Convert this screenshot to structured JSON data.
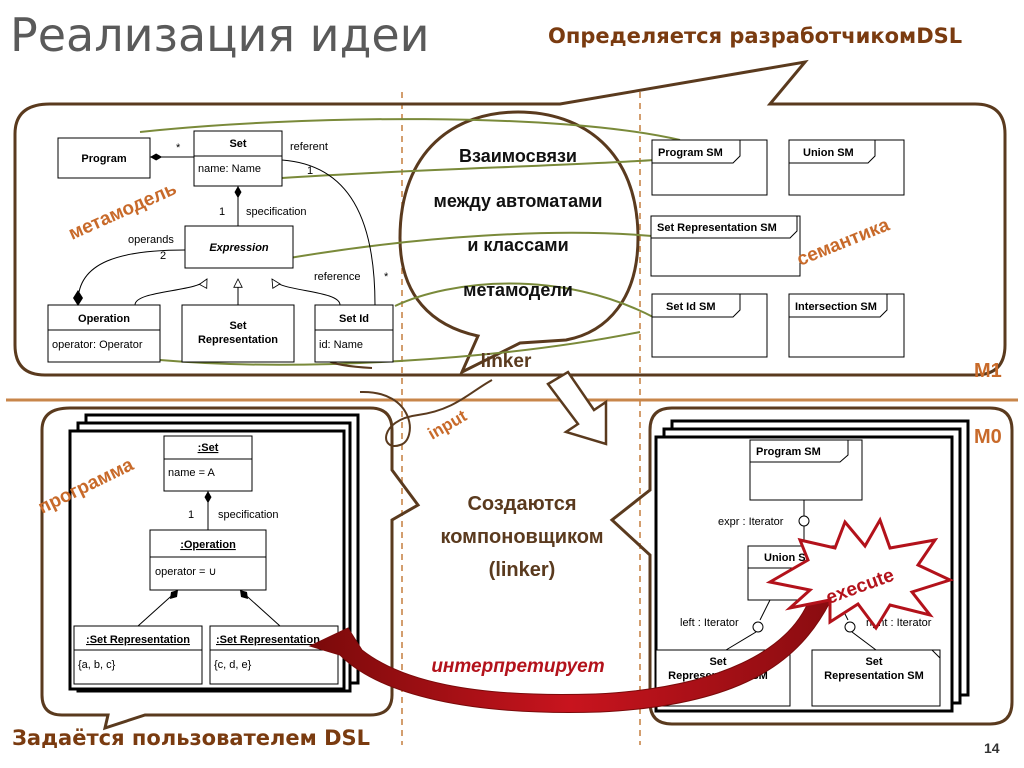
{
  "slide": {
    "title": "Реализация идеи",
    "callout_top": "Определяется разработчикомDSL",
    "callout_bottom": "Задаётся пользователем DSL",
    "page_number": "14"
  },
  "metamodel": {
    "label": "метамодель",
    "program": "Program",
    "set": {
      "name": "Set",
      "attr": "name: Name"
    },
    "expression": "Expression",
    "operation": {
      "name": "Operation",
      "attr": "operator: Operator"
    },
    "set_representation": [
      "Set",
      "Representation"
    ],
    "set_id": {
      "name": "Set Id",
      "attr": "id: Name"
    },
    "assoc": {
      "star1": "*",
      "referent": "referent",
      "one_ref": "1",
      "one_spec": "1",
      "specification": "specification",
      "operands": "operands",
      "two": "2",
      "reference": "reference",
      "star2": "*"
    }
  },
  "bubble": {
    "lines": [
      "Взаимосвязи",
      "между автоматами",
      "и классами",
      "метамодели"
    ],
    "linker": "linker"
  },
  "semantics": {
    "label": "семантика",
    "boxes": [
      "Program SM",
      "Union SM",
      "Set Representation SM",
      "Set Id SM",
      "Intersection SM"
    ]
  },
  "levels": {
    "m1": "M1",
    "m0": "M0"
  },
  "program_model": {
    "label": "программа",
    "input": "input",
    "set": {
      "name": ":Set",
      "attr": "name = A"
    },
    "one": "1",
    "specification": "specification",
    "operation": {
      "name": ":Operation",
      "attr": "operator = ∪"
    },
    "rep1": {
      "name": ":Set Representation",
      "attr": "{a, b, c}"
    },
    "rep2": {
      "name": ":Set Representation",
      "attr": "{c, d, e}"
    }
  },
  "center_text": {
    "lines": [
      "Создаются",
      "компоновщиком",
      "(linker)"
    ],
    "interprets": "интерпретирует"
  },
  "runtime": {
    "program_sm": "Program SM",
    "expr": "expr : Iterator",
    "union_sm": "Union SM",
    "left": "left : Iterator",
    "right": "right : Iterator",
    "rep_left": [
      "Set",
      "Representation SM"
    ],
    "rep_right": [
      "Set",
      "Representation SM"
    ],
    "execute": "execute"
  },
  "colors": {
    "brown": "#5a3a1e",
    "orange_text": "#c86a2a",
    "dashed": "#c8864a",
    "connector": "#7a8a3a",
    "red": "#b3121b",
    "title_gray": "#5a5a5a"
  }
}
